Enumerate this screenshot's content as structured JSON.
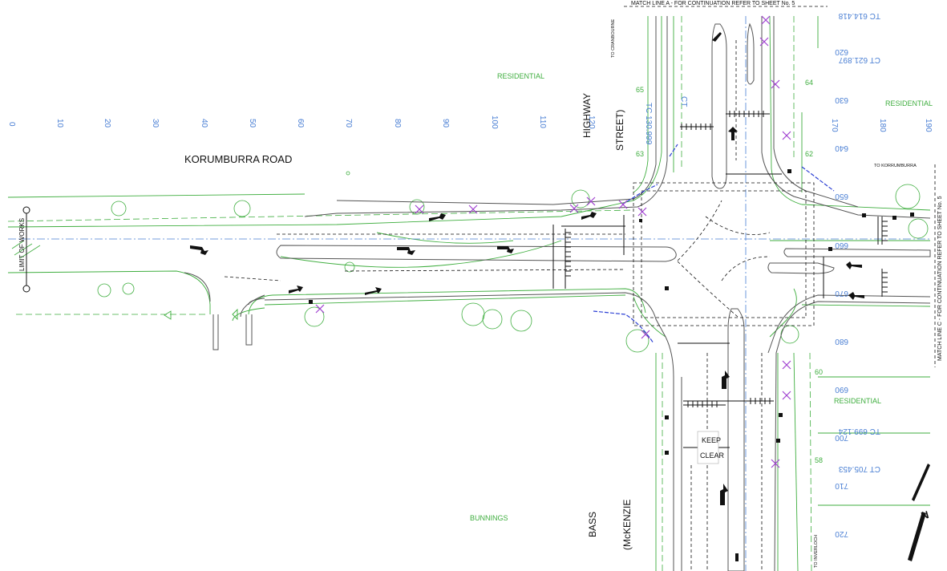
{
  "sheet": {
    "match_line_a": "MATCH LINE A - FOR CONTINUATION REFER TO SHEET No. 5",
    "match_line_c": "MATCH LINE C - FOR CONTINUATION REFER TO SHEET No. 5",
    "limit_of_works": "LIMIT OF WORKS"
  },
  "roads": {
    "korumburra_road": "KORUMBURRA ROAD",
    "highway": "HIGHWAY",
    "street_paren": "STREET)",
    "bass": "BASS",
    "mckenzie": "(McKENZIE"
  },
  "directions": {
    "to_cranbourne": "TO CRANBOURNE",
    "to_korrumburra": "TO KORRUMBURRA",
    "to_inverloch": "TO INVERLOCH"
  },
  "zones": {
    "residential_1": "RESIDENTIAL",
    "residential_2": "RESIDENTIAL",
    "residential_3": "RESIDENTIAL",
    "bunnings": "BUNNINGS"
  },
  "levels": {
    "tc_614": "TC 614.418",
    "ct_621": "CT 621.897",
    "tc_699": "TC 699.124",
    "ct_705": "CT 705.453",
    "tc_130": "TC 130.999",
    "ct_c": "CT"
  },
  "chainage_west": [
    "0",
    "10",
    "20",
    "30",
    "40",
    "50",
    "60",
    "70",
    "80",
    "90",
    "100",
    "110",
    "120"
  ],
  "chainage_east": [
    "170",
    "180",
    "190"
  ],
  "chainage_highway": [
    "620",
    "630",
    "640",
    "650",
    "660",
    "670",
    "680",
    "690",
    "700",
    "710",
    "720"
  ],
  "lot_numbers": [
    "65",
    "63",
    "64",
    "62",
    "60",
    "58"
  ],
  "keep_clear": [
    "KEEP",
    "CLEAR"
  ],
  "north": "N",
  "colors": {
    "linework": "#111111",
    "existing": "#3fae3f",
    "chainage": "#4a7fd4",
    "removal": "#a040d0",
    "kerb": "#2b3fd4"
  }
}
